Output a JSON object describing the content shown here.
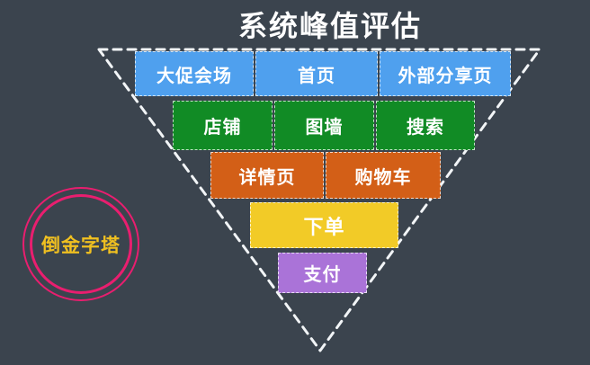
{
  "title": "系统峰值评估",
  "badge": {
    "label": "倒金字塔"
  },
  "colors": {
    "bg": "#3B444E",
    "blue": "#4FA0EE",
    "green": "#118B25",
    "orange": "#D35F17",
    "yellow": "#F2CB27",
    "purple": "#AA73D8",
    "ring": "#E91E6F",
    "badgetext": "#F0C020",
    "outline": "#F2F5F7",
    "text": "#FFFFFF"
  },
  "funnel": {
    "rows": [
      {
        "level": 1,
        "color": "#4FA0EE",
        "items": [
          "大促会场",
          "首页",
          "外部分享页"
        ]
      },
      {
        "level": 2,
        "color": "#118B25",
        "items": [
          "店铺",
          "图墙",
          "搜索"
        ]
      },
      {
        "level": 3,
        "color": "#D35F17",
        "items": [
          "详情页",
          "购物车"
        ]
      },
      {
        "level": 4,
        "color": "#F2CB27",
        "items": [
          "下单"
        ]
      },
      {
        "level": 5,
        "color": "#AA73D8",
        "items": [
          "支付"
        ]
      }
    ]
  }
}
